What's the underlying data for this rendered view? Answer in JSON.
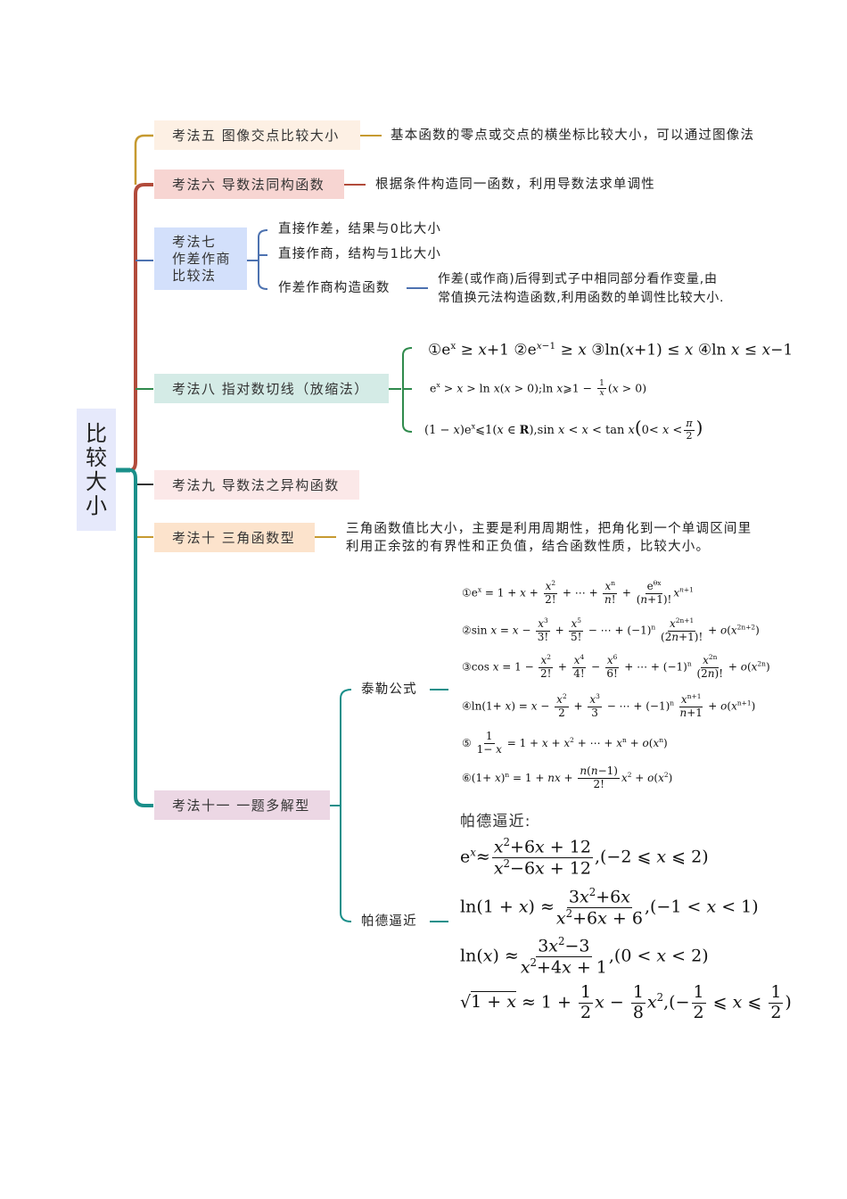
{
  "root": {
    "label": "比较大小",
    "chars": [
      "比",
      "较",
      "大",
      "小"
    ]
  },
  "colors": {
    "root_bg": "#e6e9fb",
    "gold": "#c69a30",
    "brown_red": "#b24b3b",
    "blue": "#4d72b0",
    "green": "#2f8a4c",
    "teal": "#1a8f8a",
    "dark": "#333333"
  },
  "branches": [
    {
      "id": "m5",
      "label": "考法五  图像交点比较大小",
      "bg": "#fdf0e4",
      "detail": "基本函数的零点或交点的横坐标比较大小，可以通过图像法"
    },
    {
      "id": "m6",
      "label": "考法六  导数法同构函数",
      "bg": "#f7d5d2",
      "detail": "根据条件构造同一函数，利用导数法求单调性"
    },
    {
      "id": "m7",
      "label_lines": [
        "考法七",
        "作差作商",
        "比较法"
      ],
      "bg": "#d3e0fb",
      "children": [
        {
          "label": "直接作差，结果与0比大小"
        },
        {
          "label": "直接作商，结构与1比大小"
        },
        {
          "label": "作差作商构造函数",
          "detail_lines": [
            "作差(或作商)后得到式子中相同部分看作变量,由",
            "常值换元法构造函数,利用函数的单调性比较大小."
          ]
        }
      ]
    },
    {
      "id": "m8",
      "label": "考法八  指对数切线（放缩法）",
      "bg": "#d4ebe6",
      "formulas": [
        "①eˣ ≥ x+1 ②eˣ⁻¹ ≥ x ③ln(x+1) ≤ x ④ln x ≤ x−1",
        "eˣ > x > ln x(x > 0); ln x ≥ 1 − 1/x (x > 0)",
        "(1−x)eˣ ≤ 1(x ∈ R), sin x < x < tan x (0 < x < π/2)"
      ]
    },
    {
      "id": "m9",
      "label": "考法九  导数法之异构函数",
      "bg": "#fbe8e8"
    },
    {
      "id": "m10",
      "label": "考法十  三角函数型",
      "bg": "#fce3cc",
      "detail_lines": [
        "三角函数值比大小，主要是利用周期性，把角化到一个单调区间里",
        "利用正余弦的有界性和正负值，结合函数性质，比较大小。"
      ]
    },
    {
      "id": "m11",
      "label": "考法十一  一题多解型",
      "bg": "#ecd7e4",
      "children": [
        {
          "label": "泰勒公式",
          "formulas": [
            "①eˣ = 1 + x + x²/2! + ⋯ + xⁿ/n! + e^(θx)/(n+1)! · xⁿ⁺¹",
            "②sin x = x − x³/3! + x⁵/5! − ⋯ + (−1)ⁿ x²ⁿ⁺¹/(2n+1)! + o(x²ⁿ⁺²)",
            "③cos x = 1 − x²/2! + x⁴/4! − x⁶/6! + ⋯ + (−1)ⁿ x²ⁿ/(2n)! + o(x²ⁿ)",
            "④ln(1+x) = x − x²/2 + x³/3 − ⋯ + (−1)ⁿ xⁿ⁺¹/(n+1) + o(xⁿ⁺¹)",
            "⑤1/(1−x) = 1 + x + x² + ⋯ + xⁿ + o(xⁿ)",
            "⑥(1+x)ⁿ = 1 + nx + n(n−1)/2! x² + o(x²)"
          ]
        },
        {
          "label": "帕德逼近",
          "heading": "帕德逼近:",
          "formulas": [
            "eˣ ≈ (x²+6x+12)/(x²−6x+12), (−2 ≤ x ≤ 2)",
            "ln(1+x) ≈ (3x²+6x)/(x²+6x+6), (−1 < x < 1)",
            "ln(x) ≈ (3x²−3)/(x²+4x+1), (0 < x < 2)",
            "√(1+x) ≈ 1 + 1/2 x − 1/8 x², (−1/2 ≤ x ≤ 1/2)"
          ]
        }
      ]
    }
  ],
  "math_text": {
    "m8_f1": {
      "c1": "①",
      "c2": "②",
      "c3": "③",
      "c4": "④"
    },
    "taylor": {
      "c1": "①",
      "c2": "②",
      "c3": "③",
      "c4": "④",
      "c5": "⑤",
      "c6": "⑥"
    }
  }
}
